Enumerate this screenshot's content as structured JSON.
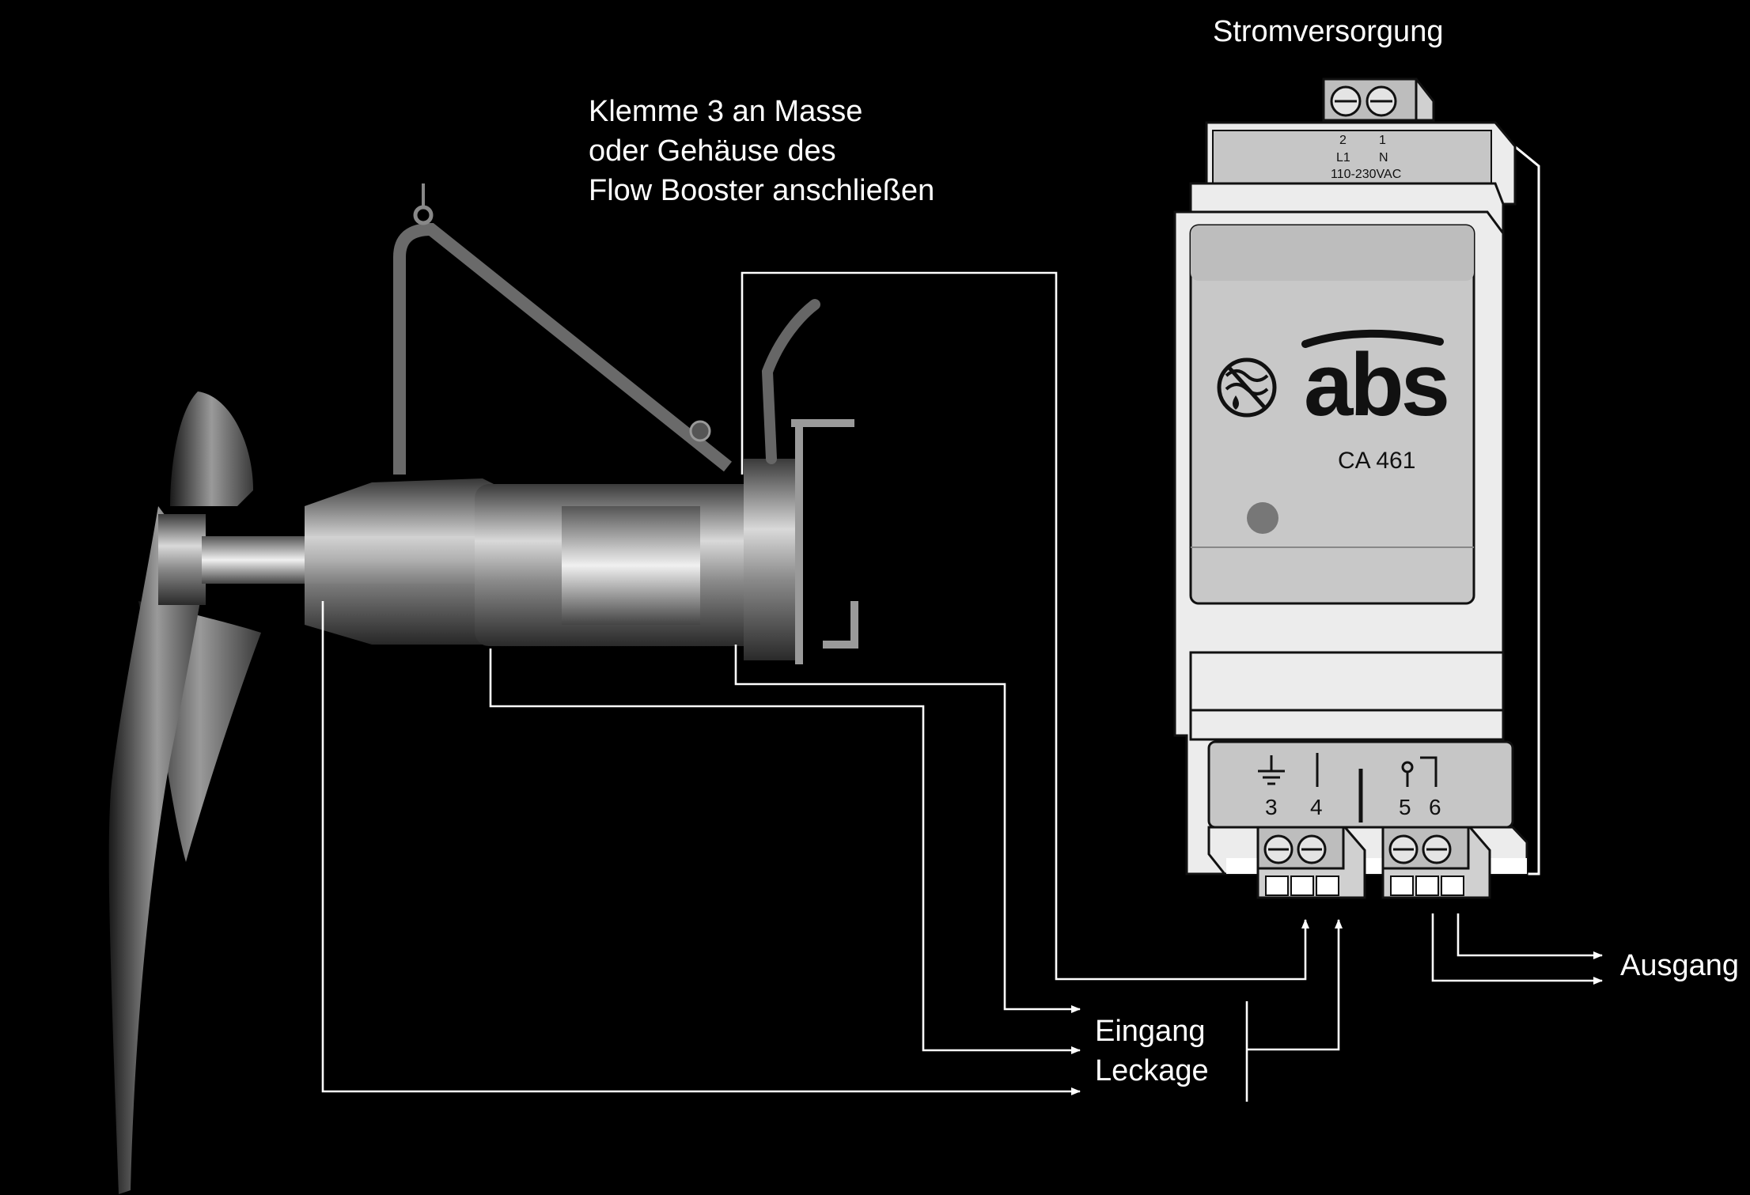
{
  "labels": {
    "power_supply": "Stromversorgung",
    "note_line1": "Klemme 3 an Masse",
    "note_line2": "oder Gehäuse des",
    "note_line3": "Flow Booster anschließen",
    "input_line1": "Eingang",
    "input_line2": "Leckage",
    "output": "Ausgang"
  },
  "device": {
    "brand": "abs",
    "model": "CA 461",
    "top_terminal": {
      "num_left": "2",
      "num_right": "1",
      "name_left": "L1",
      "name_right": "N",
      "voltage": "110-230VAC"
    },
    "terminals": {
      "t3": "3",
      "t4": "4",
      "t5": "5",
      "t6": "6"
    }
  },
  "colors": {
    "background": "#000000",
    "wire": "#ffffff",
    "device_face": "#c8c8c8",
    "device_body": "#ececec"
  }
}
